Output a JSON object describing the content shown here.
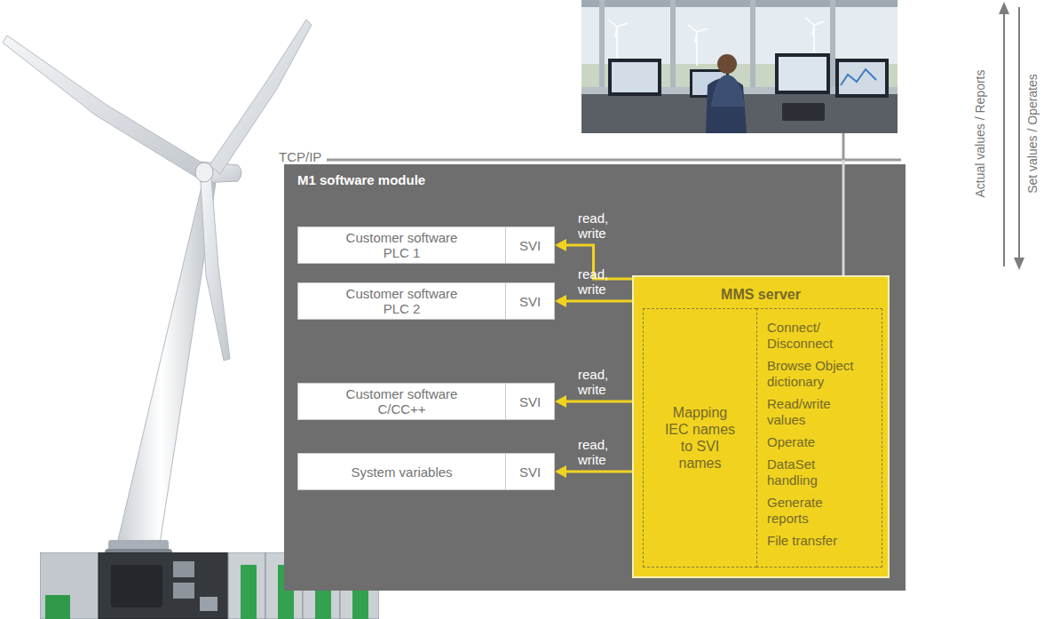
{
  "diagram": {
    "nodes": [
      {
        "text": [
          "M1 software module"
        ]
      },
      {
        "text": [
          "Customer software PLC 1"
        ],
        "in": 0
      },
      {
        "text": [
          "SVI"
        ],
        "in": 1
      },
      {
        "text": [
          "Customer software PLC 2"
        ],
        "in": 0
      },
      {
        "text": [
          "SVI"
        ],
        "in": 3
      },
      {
        "text": [
          "Customer software C/CC++"
        ],
        "in": 0
      },
      {
        "text": [
          "SVI"
        ],
        "in": 5
      },
      {
        "text": [
          "System variables"
        ],
        "in": 0
      },
      {
        "text": [
          "SVI"
        ],
        "in": 7
      },
      {
        "text": [
          "MMS server"
        ],
        "in": 0
      },
      {
        "text": [
          "Mapping IEC names to SVI names"
        ],
        "in": 9
      },
      {
        "text": [
          "Connect/ Disconnect",
          "Browse Object dictionary",
          "Read/write values",
          "Operate",
          "DataSet handling",
          "Generate reports",
          "File transfer"
        ],
        "in": 9
      }
    ],
    "edges": [
      {
        "from": 9,
        "to": 2,
        "label": "read, write",
        "arrow": "to"
      },
      {
        "from": 9,
        "to": 4,
        "label": "read, write",
        "arrow": "to"
      },
      {
        "from": 9,
        "to": 6,
        "label": "read, write",
        "arrow": "to"
      },
      {
        "from": 9,
        "to": 8,
        "label": "read, write",
        "arrow": "to"
      }
    ],
    "labels": [
      "TCP/IP",
      "Actual values / Reports",
      "Set values / Operates"
    ]
  }
}
